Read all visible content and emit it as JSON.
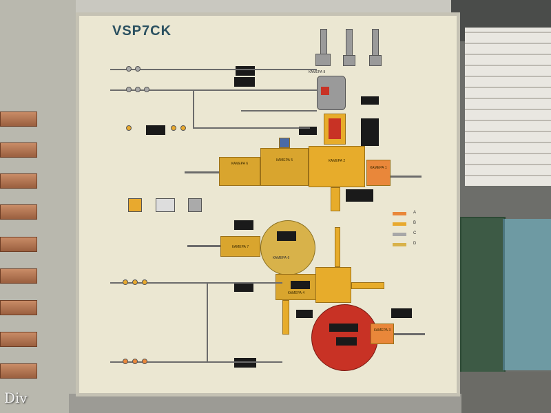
{
  "panel": {
    "title": "VSP7CK",
    "watermark": "Div"
  },
  "chambers": {
    "k1": "КАМЕРА 1",
    "k2": "КАМЕРА 2",
    "k3": "КАМЕРА 3",
    "k4": "КАМЕРА 4",
    "k5": "КАМЕРА 5",
    "k6": "КАМЕРА 6",
    "k7": "КАМЕРА 7",
    "k8": "КАМЕРА 8"
  },
  "legend": {
    "a": "A",
    "b": "B",
    "c": "C",
    "d": "D",
    "colors": {
      "a": "#e9873a",
      "b": "#e8a92e",
      "c": "#a8a8a8",
      "d": "#d8b24a"
    }
  },
  "colors": {
    "panel": "#ebe7d2",
    "chamber": "#e7ac2b",
    "red": "#c83225",
    "title": "#2a5060"
  }
}
